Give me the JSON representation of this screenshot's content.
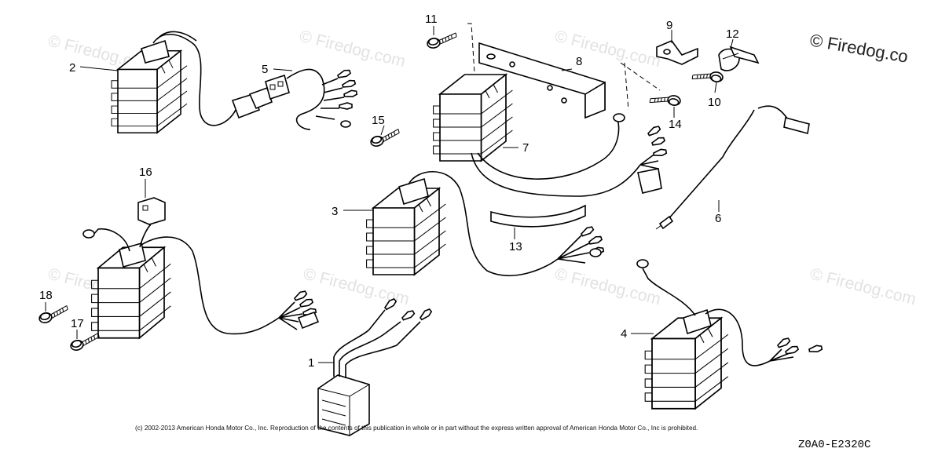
{
  "watermark": {
    "main_text": "© Firedog.co",
    "repeat_text": "© Firedog.com"
  },
  "footer": {
    "copyright": "(c) 2002-2013 American Honda Motor Co., Inc. Reproduction of the contents of this publication in whole or in part without the express written approval of American Honda Motor Co., Inc is prohibited.",
    "diagram_code": "Z0A0-E2320C"
  },
  "callouts": [
    {
      "id": "c1",
      "label": "1"
    },
    {
      "id": "c2",
      "label": "2"
    },
    {
      "id": "c3",
      "label": "3"
    },
    {
      "id": "c4",
      "label": "4"
    },
    {
      "id": "c5",
      "label": "5"
    },
    {
      "id": "c6",
      "label": "6"
    },
    {
      "id": "c7",
      "label": "7"
    },
    {
      "id": "c8",
      "label": "8"
    },
    {
      "id": "c9",
      "label": "9"
    },
    {
      "id": "c10",
      "label": "10"
    },
    {
      "id": "c11",
      "label": "11"
    },
    {
      "id": "c12",
      "label": "12"
    },
    {
      "id": "c13",
      "label": "13"
    },
    {
      "id": "c14",
      "label": "14"
    },
    {
      "id": "c15",
      "label": "15"
    },
    {
      "id": "c16",
      "label": "16"
    },
    {
      "id": "c17",
      "label": "17"
    },
    {
      "id": "c18",
      "label": "18"
    }
  ],
  "colors": {
    "line": "#000000",
    "watermark": "#e2e2e2",
    "background": "#ffffff"
  }
}
